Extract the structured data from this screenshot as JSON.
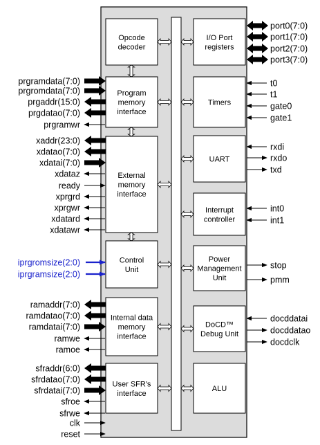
{
  "colors": {
    "chip_fill": "#dcdcdc",
    "block_fill": "#ffffff",
    "stroke": "#000000",
    "config_signal": "#1a22cc"
  },
  "blocks": {
    "opcode": {
      "lines": [
        "Opcode",
        "decoder"
      ]
    },
    "progmem": {
      "lines": [
        "Program",
        "memory",
        "interface"
      ]
    },
    "extmem": {
      "lines": [
        "External",
        "memory",
        "interface"
      ]
    },
    "control": {
      "lines": [
        "Control",
        "Unit"
      ]
    },
    "intmem": {
      "lines": [
        "Internal data",
        "memory",
        "interface"
      ]
    },
    "sfr": {
      "lines": [
        "User SFR's",
        "interface"
      ]
    },
    "ioport": {
      "lines": [
        "I/O Port",
        "registers"
      ]
    },
    "timers": {
      "lines": [
        "Timers"
      ]
    },
    "uart": {
      "lines": [
        "UART"
      ]
    },
    "interrupt": {
      "lines": [
        "Interrupt",
        "controller"
      ]
    },
    "power": {
      "lines": [
        "Power",
        "Management",
        "Unit"
      ]
    },
    "docd": {
      "lines": [
        "DoCD™",
        "Debug Unit"
      ]
    },
    "alu": {
      "lines": [
        "ALU"
      ]
    }
  },
  "left_signals": [
    {
      "id": "prgramdata",
      "label": "prgramdata(7:0)",
      "kind": "bus-in"
    },
    {
      "id": "prgromdata",
      "label": "prgromdata(7:0)",
      "kind": "bus-in"
    },
    {
      "id": "prgaddr",
      "label": "prgaddr(15:0)",
      "kind": "bus-out"
    },
    {
      "id": "prgdatao",
      "label": "prgdatao(7:0)",
      "kind": "bus-out"
    },
    {
      "id": "prgramwr",
      "label": "prgramwr",
      "kind": "out"
    },
    {
      "id": "xaddr",
      "label": "xaddr(23:0)",
      "kind": "bus-out"
    },
    {
      "id": "xdatao",
      "label": "xdatao(7:0)",
      "kind": "bus-out"
    },
    {
      "id": "xdatai",
      "label": "xdatai(7:0)",
      "kind": "bus-in"
    },
    {
      "id": "xdataz",
      "label": "xdataz",
      "kind": "out"
    },
    {
      "id": "ready",
      "label": "ready",
      "kind": "in"
    },
    {
      "id": "xprgrd",
      "label": "xprgrd",
      "kind": "out"
    },
    {
      "id": "xprgwr",
      "label": "xprgwr",
      "kind": "out"
    },
    {
      "id": "xdatard",
      "label": "xdatard",
      "kind": "out"
    },
    {
      "id": "xdatawr",
      "label": "xdatawr",
      "kind": "out"
    },
    {
      "id": "iprgromsize",
      "label": "iprgromsize(2:0)",
      "kind": "config-in"
    },
    {
      "id": "iprgramsize",
      "label": "iprgramsize(2:0)",
      "kind": "config-in"
    },
    {
      "id": "ramaddr",
      "label": "ramaddr(7:0)",
      "kind": "bus-out"
    },
    {
      "id": "ramdatao",
      "label": "ramdatao(7:0)",
      "kind": "bus-out"
    },
    {
      "id": "ramdatai",
      "label": "ramdatai(7:0)",
      "kind": "bus-in"
    },
    {
      "id": "ramwe",
      "label": "ramwe",
      "kind": "out"
    },
    {
      "id": "ramoe",
      "label": "ramoe",
      "kind": "out"
    },
    {
      "id": "sfraddr",
      "label": "sfraddr(6:0)",
      "kind": "bus-out"
    },
    {
      "id": "sfrdatao",
      "label": "sfrdatao(7:0)",
      "kind": "bus-out"
    },
    {
      "id": "sfrdatai",
      "label": "sfrdatai(7:0)",
      "kind": "bus-in"
    },
    {
      "id": "sfroe",
      "label": "sfroe",
      "kind": "out"
    },
    {
      "id": "sfrwe",
      "label": "sfrwe",
      "kind": "out"
    },
    {
      "id": "clk",
      "label": "clk",
      "kind": "in"
    },
    {
      "id": "reset",
      "label": "reset",
      "kind": "in"
    }
  ],
  "right_signals": [
    {
      "id": "port0",
      "label": "port0(7:0)",
      "kind": "bus-bi"
    },
    {
      "id": "port1",
      "label": "port1(7:0)",
      "kind": "bus-bi"
    },
    {
      "id": "port2",
      "label": "port2(7:0)",
      "kind": "bus-bi"
    },
    {
      "id": "port3",
      "label": "port3(7:0)",
      "kind": "bus-bi"
    },
    {
      "id": "t0",
      "label": "t0",
      "kind": "in"
    },
    {
      "id": "t1",
      "label": "t1",
      "kind": "in"
    },
    {
      "id": "gate0",
      "label": "gate0",
      "kind": "in"
    },
    {
      "id": "gate1",
      "label": "gate1",
      "kind": "in"
    },
    {
      "id": "rxdi",
      "label": "rxdi",
      "kind": "in"
    },
    {
      "id": "rxdo",
      "label": "rxdo",
      "kind": "out"
    },
    {
      "id": "txd",
      "label": "txd",
      "kind": "out"
    },
    {
      "id": "int0",
      "label": "int0",
      "kind": "in"
    },
    {
      "id": "int1",
      "label": "int1",
      "kind": "in"
    },
    {
      "id": "stop",
      "label": "stop",
      "kind": "out"
    },
    {
      "id": "pmm",
      "label": "pmm",
      "kind": "out"
    },
    {
      "id": "docddatai",
      "label": "docddatai",
      "kind": "in"
    },
    {
      "id": "docddatao",
      "label": "docddatao",
      "kind": "out"
    },
    {
      "id": "docdclk",
      "label": "docdclk",
      "kind": "out"
    }
  ]
}
